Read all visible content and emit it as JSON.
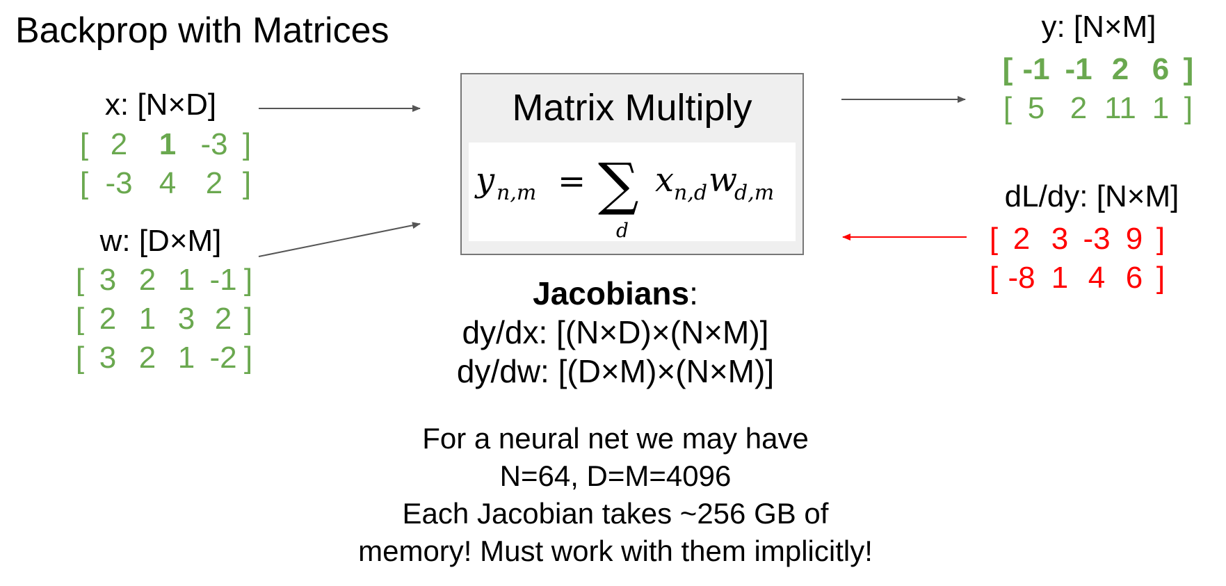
{
  "title": "Backprop with Matrices",
  "x_block": {
    "label": "x: [N×D]",
    "rows": [
      [
        "2",
        "1",
        "-3"
      ],
      [
        "-3",
        "4",
        "2"
      ]
    ],
    "highlight": {
      "row": 0,
      "col": 1
    }
  },
  "w_block": {
    "label": "w: [D×M]",
    "rows": [
      [
        "3",
        "2",
        "1",
        "-1"
      ],
      [
        "2",
        "1",
        "3",
        "2"
      ],
      [
        "3",
        "2",
        "1",
        "-2"
      ]
    ]
  },
  "box": {
    "title": "Matrix Multiply",
    "formula": {
      "lhs_var": "y",
      "lhs_sub": "n,m",
      "eq": "=",
      "sum": "∑",
      "sum_index": "d",
      "x_var": "x",
      "x_sub": "n,d",
      "w_var": "w",
      "w_sub": "d,m"
    }
  },
  "y_block": {
    "label": "y: [N×M]",
    "rows": [
      [
        "-1",
        "-1",
        "2",
        "6"
      ],
      [
        "5",
        "2",
        "11",
        "1"
      ]
    ],
    "bold_row": 0
  },
  "dldy_block": {
    "label": "dL/dy: [N×M]",
    "rows": [
      [
        "2",
        "3",
        "-3",
        "9"
      ],
      [
        "-8",
        "1",
        "4",
        "6"
      ]
    ]
  },
  "jacobians": {
    "heading": "Jacobians",
    "colon": ":",
    "dydx": "dy/dx: [(N×D)×(N×M)]",
    "dydw": "dy/dw: [(D×M)×(N×M)]"
  },
  "note": {
    "line1": "For a neural net we may have",
    "line2": "N=64, D=M=4096",
    "line3": "Each Jacobian takes ~256 GB of",
    "line4": "memory! Must work with them implicitly!"
  },
  "colors": {
    "matrix_green": "#6aa84f",
    "gradient_red": "#ff0000",
    "arrow_gray": "#555555",
    "box_fill": "#efefef",
    "box_border": "#777777"
  }
}
